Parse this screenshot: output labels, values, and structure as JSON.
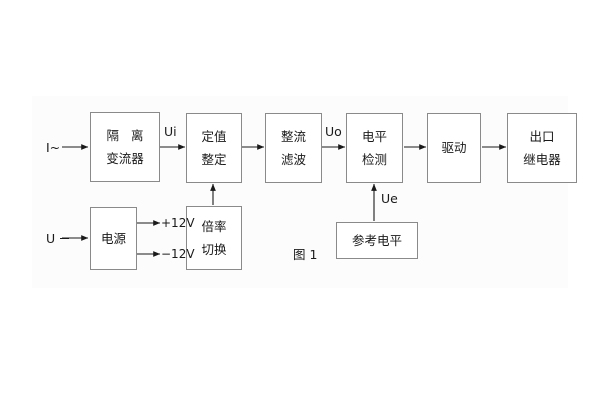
{
  "figure": {
    "caption": "图 1",
    "type": "block-diagram"
  },
  "blocks": {
    "isolation_ct": {
      "line1": "隔 离",
      "line2": "变流器"
    },
    "setting": {
      "line1": "定值",
      "line2": "整定"
    },
    "rectify_filter": {
      "line1": "整流",
      "line2": "滤波"
    },
    "level_detect": {
      "line1": "电平",
      "line2": "检测"
    },
    "drive": {
      "line1": "驱动"
    },
    "output_relay": {
      "line1": "出口",
      "line2": "继电器"
    },
    "power_supply": {
      "line1": "电源"
    },
    "multiplier_switch": {
      "line1": "倍率",
      "line2": "切换"
    },
    "reference_level": {
      "line1": "参考电平"
    }
  },
  "signals": {
    "input_current": "I~",
    "input_voltage": "U",
    "ui": "Ui",
    "uo": "Uo",
    "ue": "Ue",
    "rail_pos": "+12V",
    "rail_neg": "−12V"
  },
  "colors": {
    "stroke": "#1a1a1a",
    "box_border": "#8a8a8a",
    "panel": "#fcfcfd",
    "background": "#ffffff"
  }
}
